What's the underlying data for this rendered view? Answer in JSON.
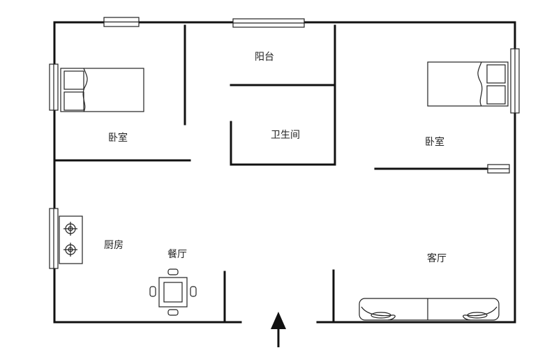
{
  "floorplan": {
    "rooms": {
      "balcony": "阳台",
      "bathroom": "卫生间",
      "bedroom_left": "卧室",
      "bedroom_right": "卧室",
      "kitchen": "厨房",
      "dining": "餐厅",
      "living": "客厅"
    },
    "colors": {
      "wall": "#111111",
      "line": "#222222",
      "background": "#ffffff"
    },
    "icons": [
      "bed-icon",
      "stove-icon",
      "dining-table-icon",
      "sofa-icon",
      "window-icon",
      "entrance-arrow-icon"
    ]
  }
}
